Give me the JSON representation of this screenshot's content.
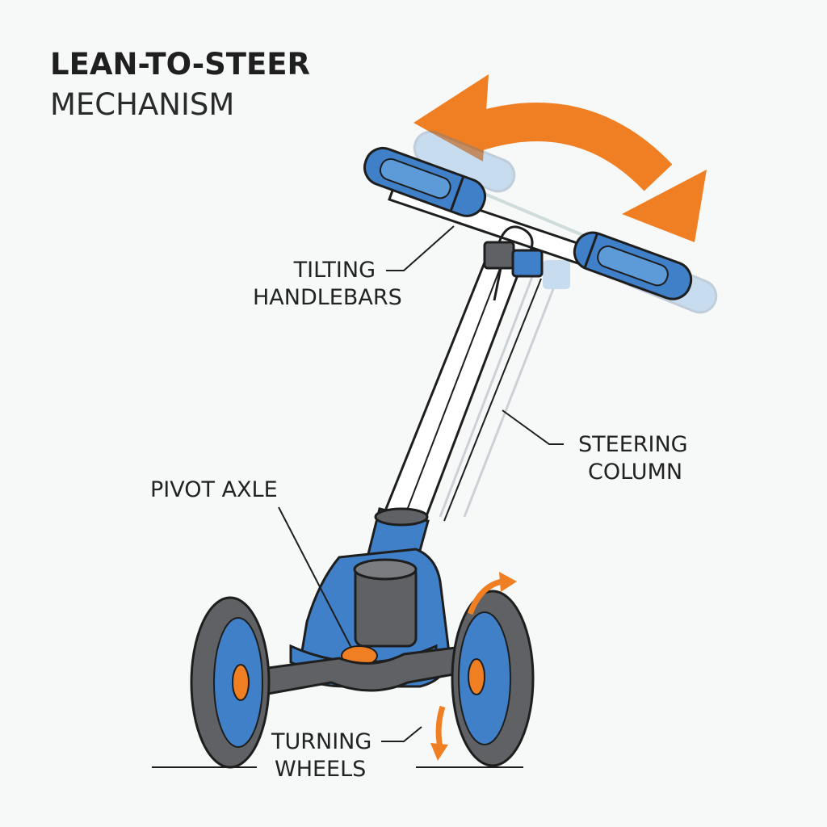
{
  "title": {
    "line1": "LEAN-TO-STEER",
    "line2": "MECHANISM"
  },
  "labels": {
    "handlebars_line1": "TILTING",
    "handlebars_line2": "HANDLEBARS",
    "column_line1": "STEERING",
    "column_line2": "COLUMN",
    "pivot": "PIVOT AXLE",
    "wheels_line1": "TURNING",
    "wheels_line2": "WHEELS"
  },
  "colors": {
    "accent_orange": "#ef7f22",
    "scooter_blue": "#3f80c8",
    "dark_grey": "#5f6164",
    "outline": "#1e1e1e",
    "background": "#f7f8f8"
  },
  "icons": {
    "tilt_arrow": "double-headed-curved-arrow",
    "wheel_arrow_top": "curved-arrow-right",
    "wheel_arrow_bottom": "curved-arrow-down"
  }
}
